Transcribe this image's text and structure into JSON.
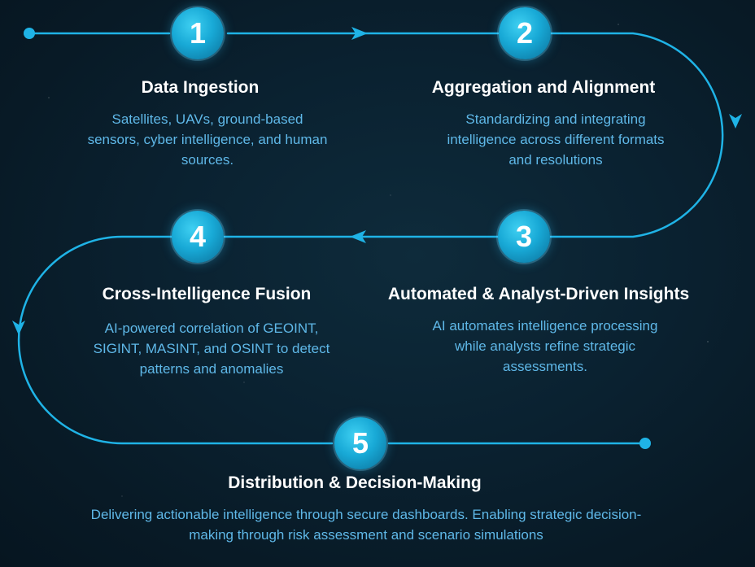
{
  "colors": {
    "background": "#0a2130",
    "accent": "#1fb3e6",
    "title": "#ffffff",
    "description": "#5fb8e8"
  },
  "steps": [
    {
      "number": "1",
      "title": "Data Ingestion",
      "description": "Satellites, UAVs, ground-based sensors, cyber intelligence, and human sources."
    },
    {
      "number": "2",
      "title": "Aggregation and Alignment",
      "description": "Standardizing and integrating intelligence across different formats and resolutions"
    },
    {
      "number": "3",
      "title": "Automated & Analyst-Driven Insights",
      "description": "AI automates intelligence processing while analysts refine strategic assessments."
    },
    {
      "number": "4",
      "title": "Cross-Intelligence Fusion",
      "description": "AI-powered correlation of GEOINT, SIGINT, MASINT, and OSINT to detect patterns and anomalies"
    },
    {
      "number": "5",
      "title": "Distribution & Decision-Making",
      "description": "Delivering actionable intelligence through secure dashboards. Enabling strategic decision-making through risk assessment and scenario simulations"
    }
  ]
}
